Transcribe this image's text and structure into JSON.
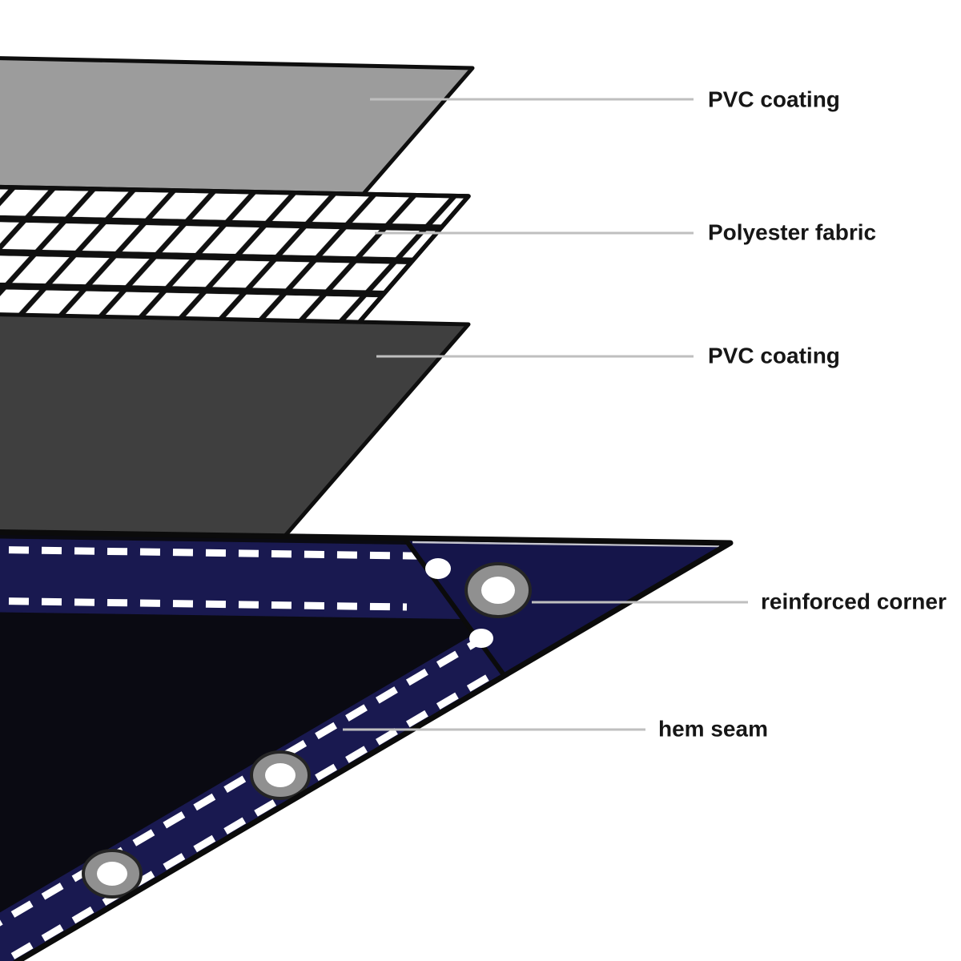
{
  "page": {
    "type": "tarpaulin-layer-structure-diagram",
    "background": "#ffffff",
    "callouts": [
      {
        "id": "pvc-top",
        "text": "PVC coating"
      },
      {
        "id": "polyester-fabric",
        "text": "Polyester fabric"
      },
      {
        "id": "pvc-bottom",
        "text": "PVC coating"
      },
      {
        "id": "reinforced-corner",
        "text": "reinforced corner"
      },
      {
        "id": "hem-seam",
        "text": "hem seam"
      }
    ],
    "colors": {
      "pvc_top": "#9c9c9c",
      "pvc_bottom": "#3f3f3f",
      "mesh_grid": "#101010",
      "outline": "#0e0e0e",
      "tarp_surface": "#0a0a12",
      "hem_band": "#191950",
      "corner_patch": "#15154a",
      "stitching": "#ffffff",
      "grommet_ring": "#909090",
      "eyelet_dot": "#ffffff",
      "leader_line": "#bfbfbf",
      "label_text": "#161616"
    }
  }
}
